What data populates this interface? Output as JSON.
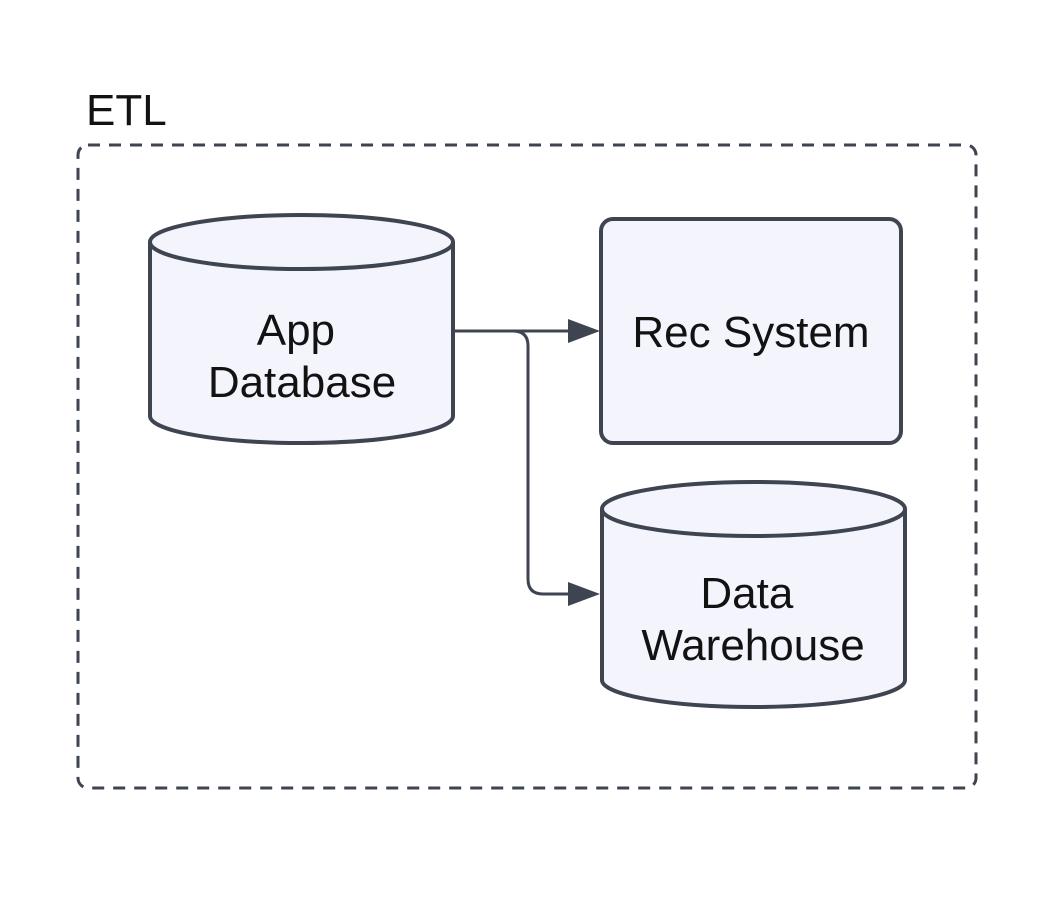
{
  "diagram": {
    "type": "flowchart",
    "container": {
      "label": "ETL"
    },
    "nodes": [
      {
        "id": "app-database",
        "shape": "cylinder",
        "label": "App Database",
        "lines": {
          "0": "App",
          "1": "Database"
        }
      },
      {
        "id": "rec-system",
        "shape": "rounded-rect",
        "label": "Rec System",
        "lines": {
          "0": "Rec System"
        }
      },
      {
        "id": "data-warehouse",
        "shape": "cylinder",
        "label": "Data Warehouse",
        "lines": {
          "0": "Data",
          "1": "Warehouse"
        }
      }
    ],
    "edges": [
      {
        "from": "App Database",
        "to": "Rec System",
        "style": "arrow"
      },
      {
        "from": "App Database",
        "to": "Data Warehouse",
        "style": "arrow"
      }
    ],
    "colors": {
      "background": "#FFFFFF",
      "node_fill": "#F4F4FC",
      "node_stroke": "#3E4450",
      "edge_line": "#3E4450",
      "text": "#121212"
    }
  }
}
